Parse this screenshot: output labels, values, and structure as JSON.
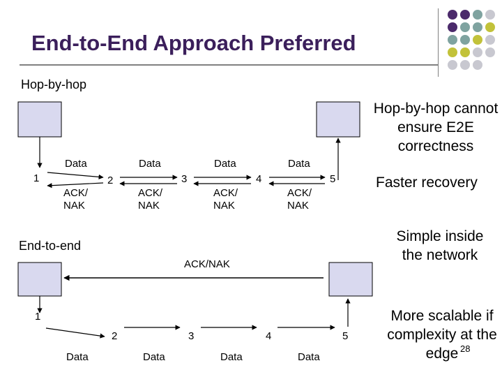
{
  "title": "End-to-End Approach Preferred",
  "hop_section": {
    "label": "Hop-by-hop",
    "nodes": [
      "1",
      "2",
      "3",
      "4",
      "5"
    ],
    "data_labels": [
      "Data",
      "Data",
      "Data",
      "Data"
    ],
    "ack_labels": [
      "ACK/ NAK",
      "ACK/ NAK",
      "ACK/ NAK",
      "ACK/ NAK"
    ]
  },
  "e2e_section": {
    "label": "End-to-end",
    "ack_label": "ACK/NAK",
    "nodes": [
      "1",
      "2",
      "3",
      "4",
      "5"
    ],
    "data_labels": [
      "Data",
      "Data",
      "Data",
      "Data"
    ]
  },
  "notes": {
    "hop_cannot": "Hop-by-hop cannot ensure E2E correctness",
    "faster": "Faster recovery",
    "simple": "Simple inside the network",
    "scalable": "More scalable if complexity at the edge"
  },
  "page_number": "28",
  "colors": {
    "title": "#3b1f5b",
    "host_fill": "#d9d9ef",
    "purple": "#4b2a6b",
    "teal": "#7fa3a0",
    "olive": "#c2c23a",
    "grey": "#c8c8d0"
  }
}
